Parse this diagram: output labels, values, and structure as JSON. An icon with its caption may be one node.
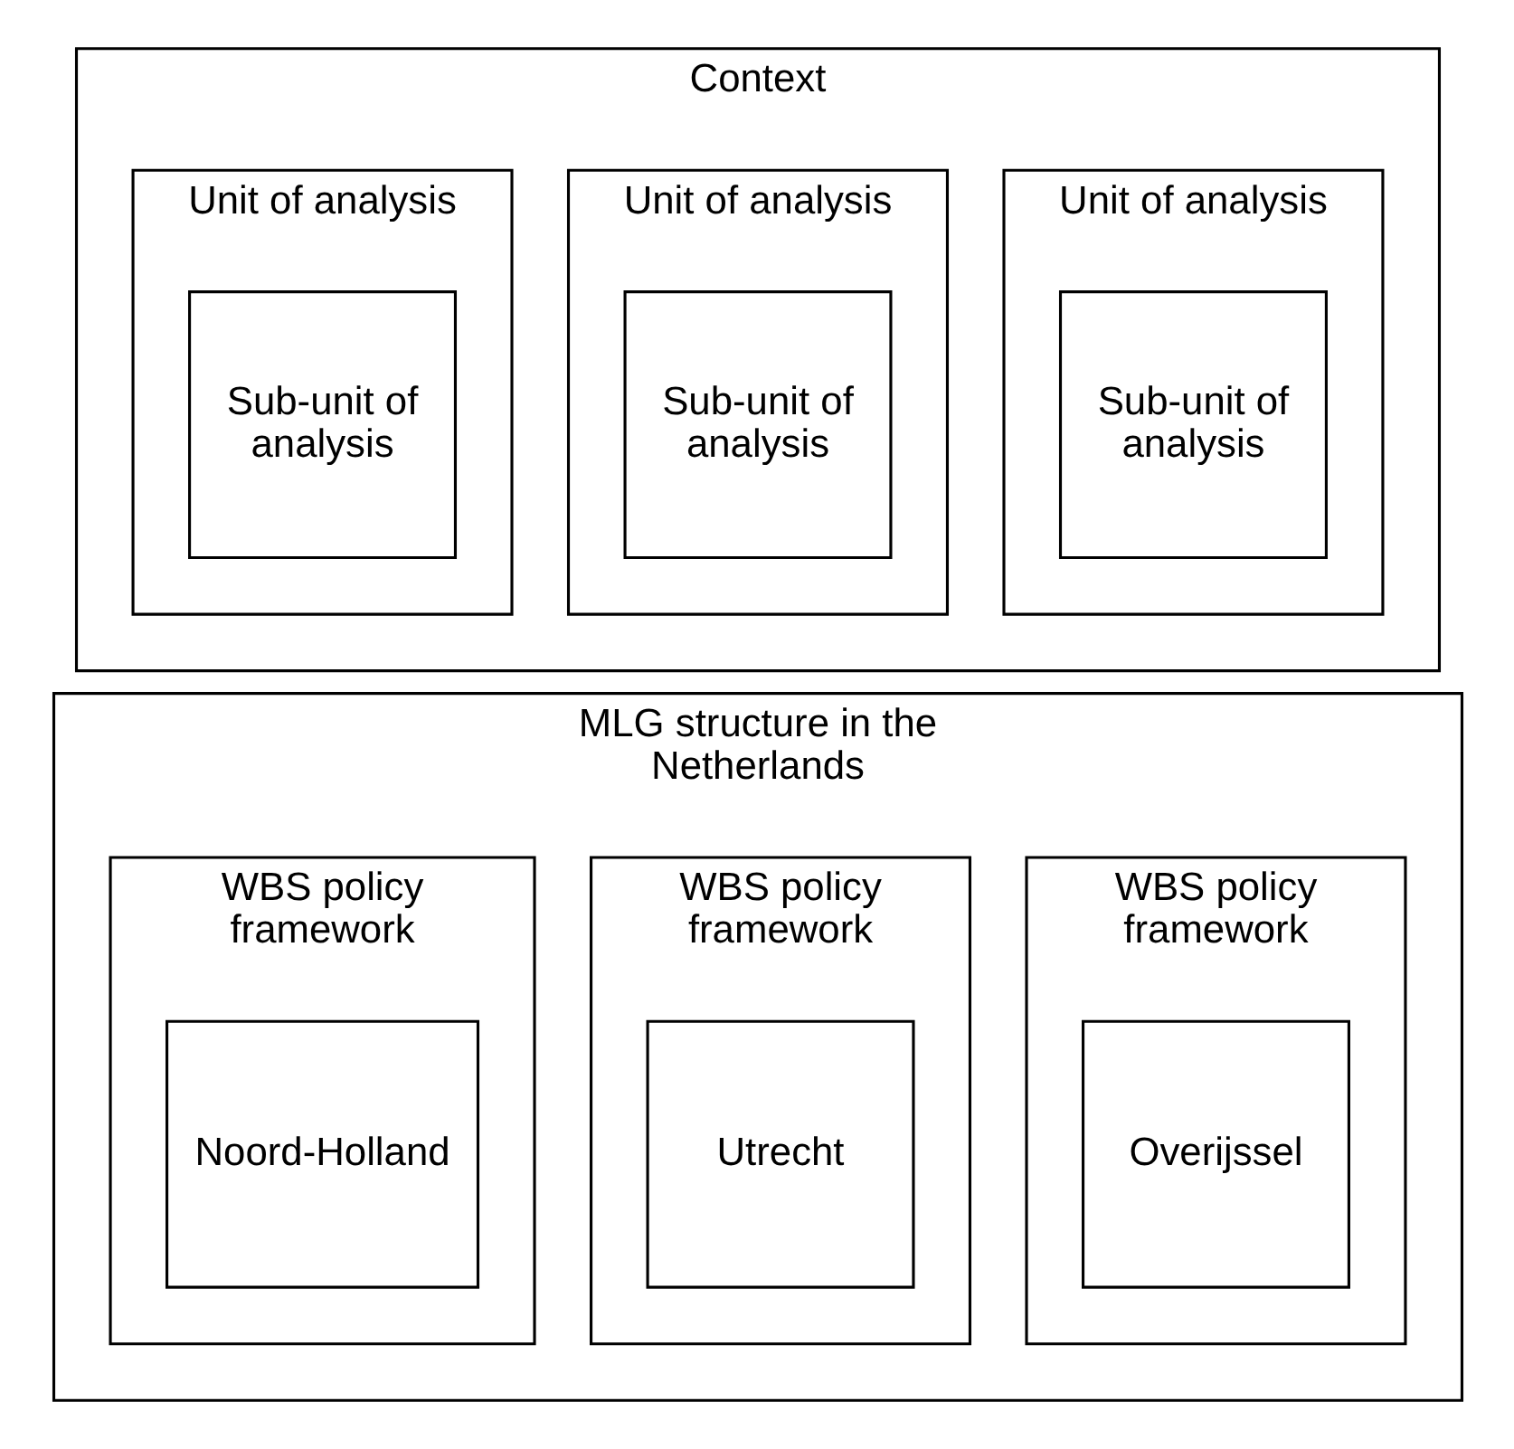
{
  "diagram": {
    "nodes": [
      {
        "text": [
          "Context"
        ]
      },
      {
        "text": [
          "Unit of analysis"
        ],
        "in": 0
      },
      {
        "text": [
          "Sub-unit of analysis"
        ],
        "in": 1
      },
      {
        "text": [
          "Unit of analysis"
        ],
        "in": 0
      },
      {
        "text": [
          "Sub-unit of analysis"
        ],
        "in": 3
      },
      {
        "text": [
          "Unit of analysis"
        ],
        "in": 0
      },
      {
        "text": [
          "Sub-unit of analysis"
        ],
        "in": 5
      },
      {
        "text": [
          "MLG structure in the Netherlands"
        ]
      },
      {
        "text": [
          "WBS policy framework"
        ],
        "in": 7
      },
      {
        "text": [
          "Noord-Holland"
        ],
        "in": 8
      },
      {
        "text": [
          "WBS policy framework"
        ],
        "in": 7
      },
      {
        "text": [
          "Utrecht"
        ],
        "in": 10
      },
      {
        "text": [
          "WBS policy framework"
        ],
        "in": 7
      },
      {
        "text": [
          "Overijssel"
        ],
        "in": 12
      }
    ],
    "edges": []
  }
}
